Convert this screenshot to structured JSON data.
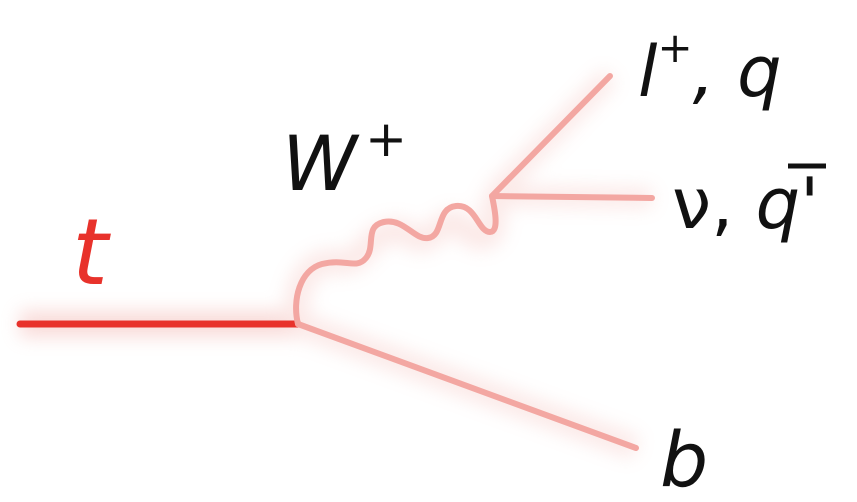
{
  "diagram": {
    "colors": {
      "top_line": "#e8322b",
      "decay_line": "#f3a7a2",
      "glow": "#f7c9c5",
      "label": "#111111",
      "top_label": "#e8322b"
    },
    "particles": {
      "top": {
        "symbol": "t"
      },
      "boson": {
        "symbol": "W",
        "charge": "+"
      },
      "bottom": {
        "symbol": "b"
      },
      "upper_product": {
        "symbol": "l",
        "charge": "+",
        "rest": ", q"
      },
      "lower_product": {
        "symbol": "ν, ",
        "antiquark": "q",
        "prime": "'"
      }
    }
  }
}
